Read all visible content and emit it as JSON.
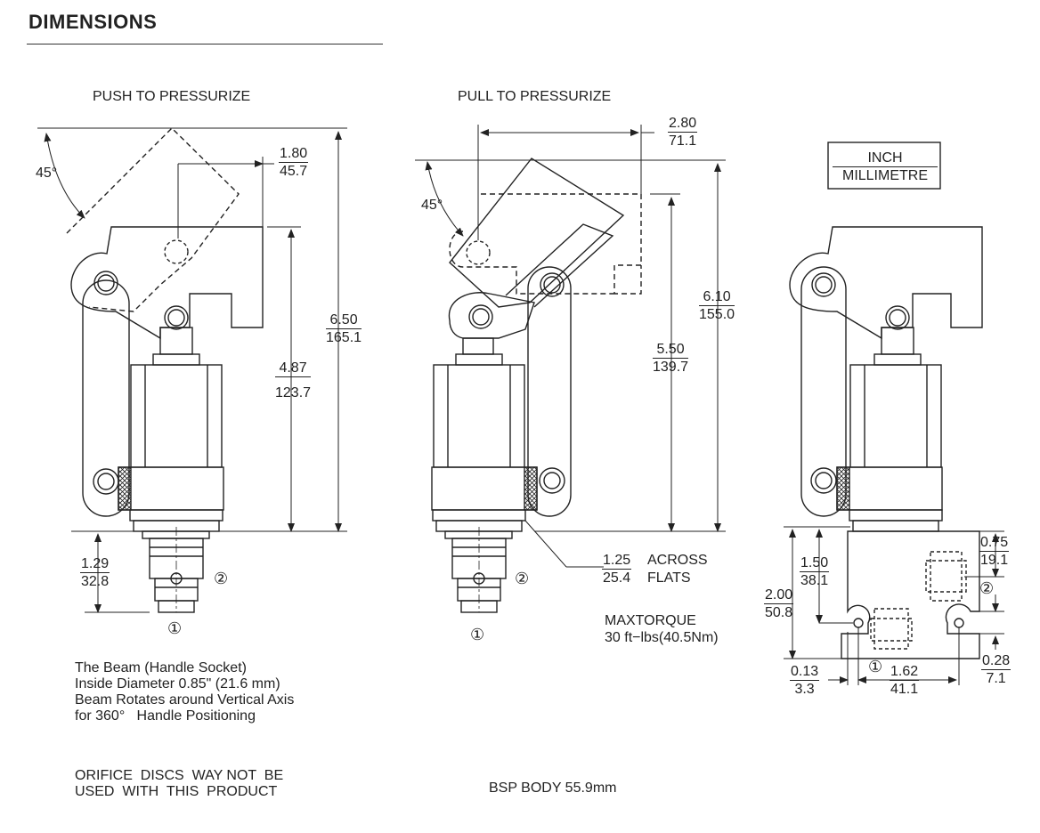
{
  "heading": "DIMENSIONS",
  "views": {
    "push_title": "PUSH TO PRESSURIZE",
    "pull_title": "PULL TO PRESSURIZE"
  },
  "legend": {
    "unit_top": "INCH",
    "unit_bottom": "MILLIMETRE"
  },
  "push_dims": {
    "angle": "45°",
    "offset": {
      "in": "1.80",
      "mm": "45.7"
    },
    "total_height": {
      "in": "6.50",
      "mm": "165.1"
    },
    "body_height": {
      "in": "4.87",
      "mm": "123.7"
    },
    "cartridge": {
      "in": "1.29",
      "mm": "32.8"
    },
    "port1": "①",
    "port2": "②"
  },
  "pull_dims": {
    "angle": "45°",
    "offset": {
      "in": "2.80",
      "mm": "71.1"
    },
    "total_height": {
      "in": "6.10",
      "mm": "155.0"
    },
    "body_height": {
      "in": "5.50",
      "mm": "139.7"
    },
    "flats": {
      "in": "1.25",
      "mm": "25.4",
      "label_top": "ACROSS",
      "label_bottom": "FLATS"
    },
    "torque_line1": "MAXTORQUE",
    "torque_line2": "30 ft−lbs(40.5Nm)",
    "port1": "①",
    "port2": "②"
  },
  "side_dims": {
    "d075": {
      "in": "0.75",
      "mm": "19.1"
    },
    "d150": {
      "in": "1.50",
      "mm": "38.1"
    },
    "d200": {
      "in": "2.00",
      "mm": "50.8"
    },
    "d028": {
      "in": "0.28",
      "mm": "7.1"
    },
    "d013": {
      "in": "0.13",
      "mm": "3.3"
    },
    "d162": {
      "in": "1.62",
      "mm": "41.1"
    },
    "port1": "①",
    "port2": "②"
  },
  "notes": {
    "beam": "The Beam (Handle Socket)\nInside Diameter 0.85\" (21.6 mm)\nBeam Rotates around Vertical Axis\nfor 360°   Handle Positioning",
    "orifice": "ORIFICE  DISCS  WAY NOT  BE\nUSED  WITH  THIS  PRODUCT",
    "bsp": "BSP BODY 55.9mm"
  }
}
